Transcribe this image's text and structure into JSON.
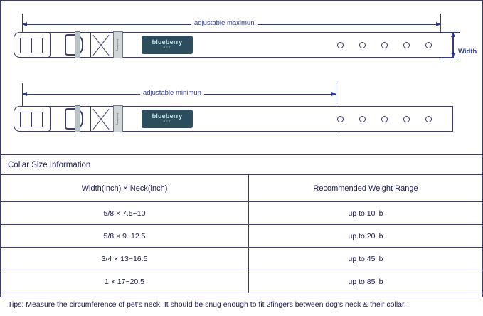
{
  "diagram": {
    "max_label": "adjustable maximun",
    "min_label": "adjustable minimun",
    "width_label": "Width",
    "brand": "blueberry",
    "brand_sub": "PET",
    "keeper_text": "blueberry"
  },
  "table": {
    "title": "Collar Size Information",
    "headers": [
      "Width(inch) × Neck(inch)",
      "Recommended Weight Range"
    ],
    "rows": [
      [
        "5/8 × 7.5~10",
        "up to 10 lb"
      ],
      [
        "5/8 × 9~12.5",
        "up to 20 lb"
      ],
      [
        "3/4 × 13~16.5",
        "up to 45 lb"
      ],
      [
        "1 × 17~20.5",
        "up to 85 lb"
      ]
    ],
    "tips": "Tips: Measure the circumference of pet's neck. It should be snug enough to fit 2fingers between dog's neck & their collar."
  },
  "colors": {
    "outline": "#3b3b6d",
    "arrow": "#2b3a8c",
    "patch": "#2e4d5c",
    "hardware": "#b9c3c6"
  }
}
